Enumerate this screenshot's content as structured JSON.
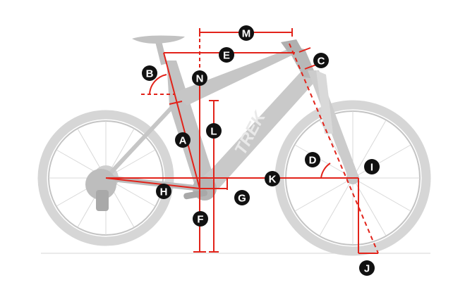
{
  "diagram": {
    "logo_text": "TREK",
    "colors": {
      "measure_line": "#e2231a",
      "bike_gray": "#c9c9c9",
      "bike_dark": "#b3b3b3",
      "tire_gray": "#d0d0d0",
      "marker_fill": "#111111",
      "ground": "#dddddd"
    },
    "labels": {
      "A": "A",
      "B": "B",
      "C": "C",
      "D": "D",
      "E": "E",
      "F": "F",
      "G": "G",
      "H": "H",
      "I": "I",
      "J": "J",
      "K": "K",
      "L": "L",
      "M": "M",
      "N": "N"
    }
  }
}
